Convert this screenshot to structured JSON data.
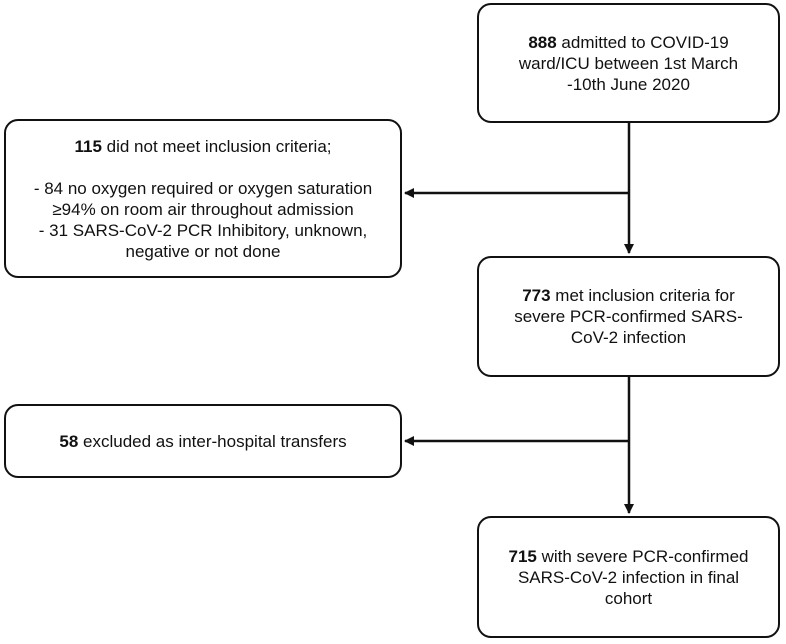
{
  "flowchart": {
    "admitted": {
      "count": "888",
      "line1_rest": " admitted to COVID-19",
      "line2": "ward/ICU between 1st March",
      "line3": "-10th June 2020"
    },
    "excluded_criteria": {
      "count": "115",
      "line1_rest": " did not meet inclusion criteria;",
      "line2": "- 84 no oxygen required or oxygen saturation",
      "line3": "≥94% on room air throughout admission",
      "line4": "- 31 SARS-CoV-2 PCR Inhibitory, unknown,",
      "line5": "negative or not done"
    },
    "met_criteria": {
      "count": "773",
      "line1_rest": " met inclusion criteria for",
      "line2": "severe PCR-confirmed SARS-",
      "line3": "CoV-2 infection"
    },
    "excluded_transfers": {
      "count": "58",
      "line1_rest": " excluded as inter-hospital transfers"
    },
    "final_cohort": {
      "count": "715",
      "line1_rest": " with severe PCR-confirmed",
      "line2": "SARS-CoV-2 infection in final",
      "line3": "cohort"
    }
  }
}
